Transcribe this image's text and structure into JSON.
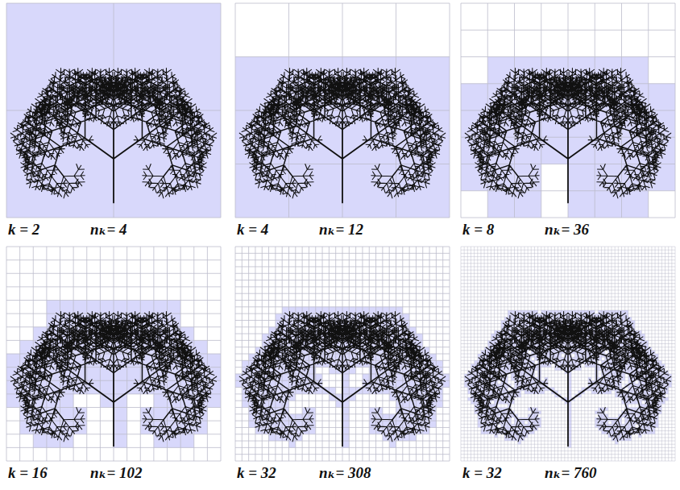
{
  "diagram": {
    "labels": [
      "k = 2",
      "nₖ= 4",
      "k = 4",
      "nₖ= 12",
      "k = 8",
      "nₖ= 36",
      "k = 16",
      "nₖ= 102",
      "k = 32",
      "nₖ= 308",
      "k = 32",
      "nₖ= 760"
    ]
  }
}
